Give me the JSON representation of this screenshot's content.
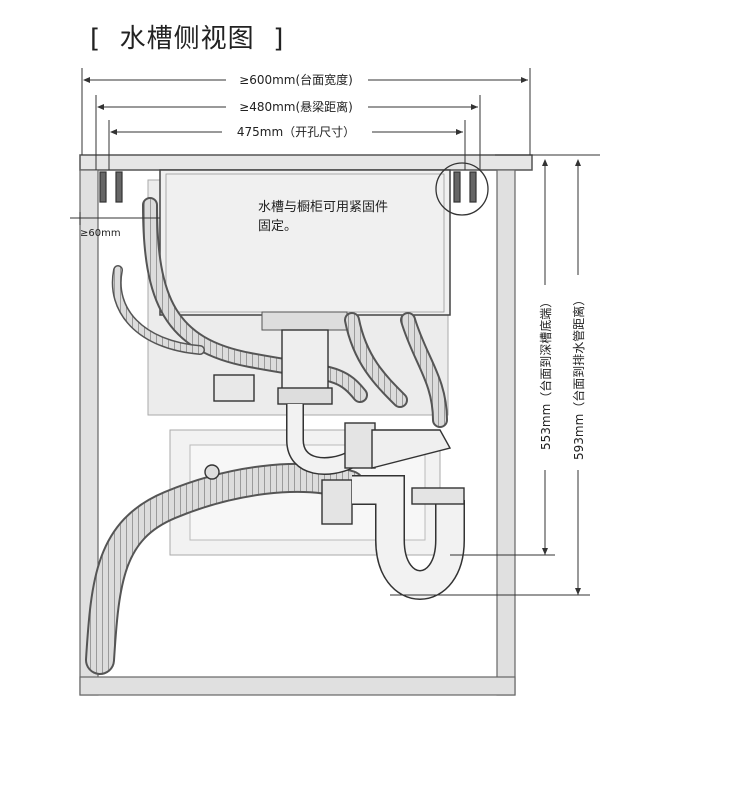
{
  "title": "[  水槽侧视图  ]",
  "dimensions": {
    "countertop_width": "≥600mm(台面宽度)",
    "hanging_beam": "≥480mm(悬梁距离)",
    "hole_size": "475mm（开孔尺寸）",
    "side_clearance": "≥60mm",
    "depth_to_sink_bottom": "553mm（台面到深槽底端）",
    "depth_to_drain": "593mm（台面到排水管距离）"
  },
  "note": {
    "line1": "水槽与橱柜可用紧固件",
    "line2": "固定。"
  },
  "colors": {
    "cabinet_fill": "#e8e8e8",
    "cabinet_stroke": "#555555",
    "sink_fill": "#efefef",
    "hose_fill": "#d9d9d9",
    "line": "#333333"
  }
}
